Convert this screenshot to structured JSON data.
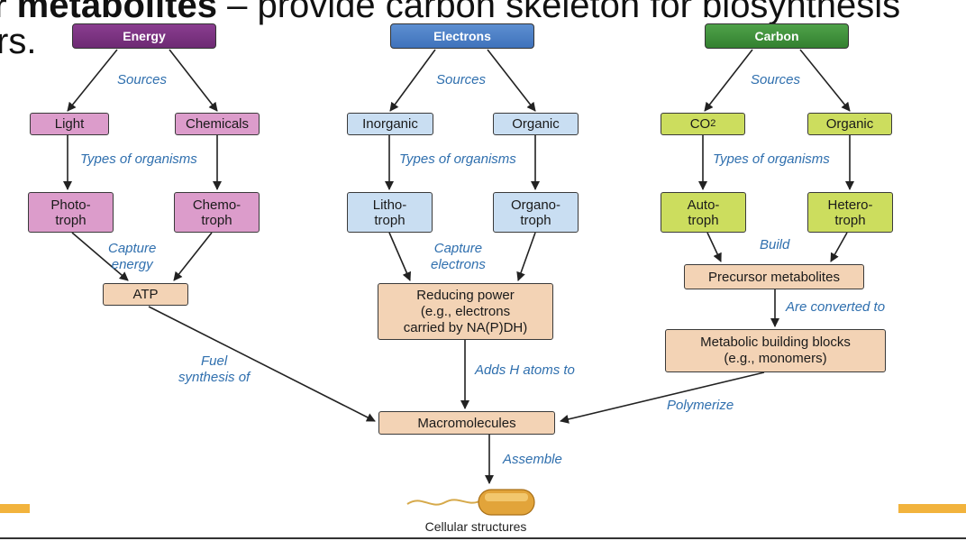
{
  "header": {
    "line1_bold": "r metabolites",
    "line1_rest": " – provide carbon skeleton for biosynthesis",
    "line2": "rs."
  },
  "columns": {
    "energy": {
      "title": "Energy",
      "sources_label": "Sources",
      "left": "Light",
      "right": "Chemicals",
      "types_label": "Types of organisms",
      "left_type": "Photo-\ntroph",
      "right_type": "Chemo-\ntroph",
      "capture_label": "Capture\nenergy",
      "product": "ATP"
    },
    "electrons": {
      "title": "Electrons",
      "sources_label": "Sources",
      "left": "Inorganic",
      "right": "Organic",
      "types_label": "Types of organisms",
      "left_type": "Litho-\ntroph",
      "right_type": "Organo-\ntroph",
      "capture_label": "Capture\nelectrons",
      "product": "Reducing power\n(e.g., electrons\ncarried by NA(P)DH)"
    },
    "carbon": {
      "title": "Carbon",
      "sources_label": "Sources",
      "left_prefix": "CO",
      "left_sub": "2",
      "right": "Organic",
      "types_label": "Types of organisms",
      "left_type": "Auto-\ntroph",
      "right_type": "Hetero-\ntroph",
      "build_label": "Build",
      "product": "Precursor metabolites",
      "converted_label": "Are converted to",
      "blocks": "Metabolic building blocks\n(e.g., monomers)"
    }
  },
  "flow": {
    "fuel_label": "Fuel\nsynthesis of",
    "adds_label": "Adds H atoms to",
    "polymerize_label": "Polymerize",
    "macromolecules": "Macromolecules",
    "assemble_label": "Assemble",
    "cellular": "Cellular structures"
  }
}
